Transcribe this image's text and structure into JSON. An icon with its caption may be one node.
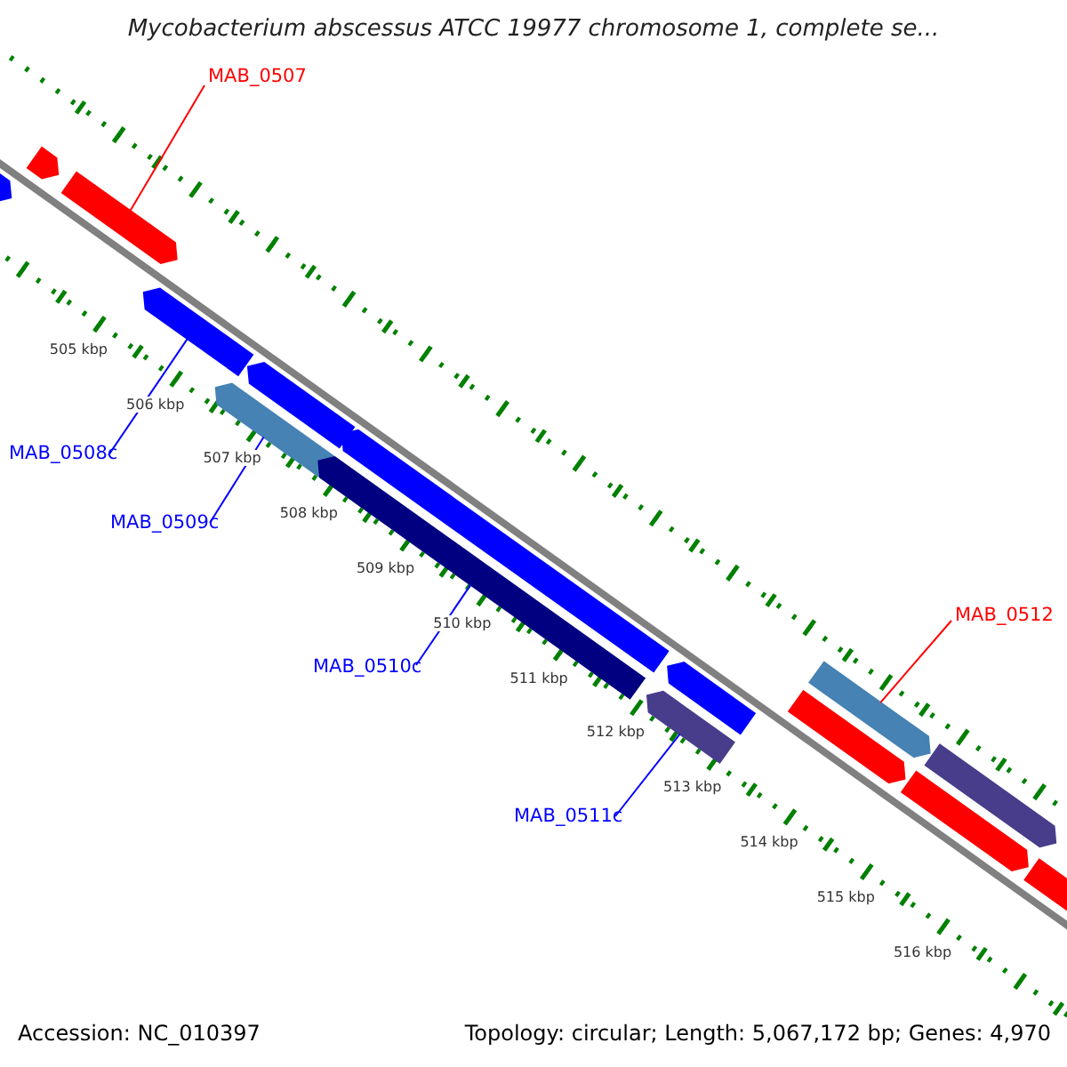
{
  "diagram": {
    "title": "Mycobacterium abscessus ATCC 19977 chromosome 1, complete se...",
    "nodes": [
      {
        "text": [
          "MAB_0507"
        ]
      },
      {
        "text": [],
        "shape": "bar"
      },
      {
        "text": [
          "MAB_0508c"
        ]
      },
      {
        "text": [],
        "shape": "bar"
      },
      {
        "text": [
          "MAB_0509c"
        ]
      },
      {
        "text": [],
        "shape": "bar"
      },
      {
        "text": [
          "MAB_0510c"
        ]
      },
      {
        "text": [],
        "shape": "bar"
      },
      {
        "text": [
          "MAB_0512"
        ]
      },
      {
        "text": [],
        "shape": "bar"
      },
      {
        "text": [
          "MAB_0511c"
        ]
      },
      {
        "text": [],
        "shape": "bar"
      },
      {
        "text": [],
        "shape": "bar"
      },
      {
        "text": [],
        "shape": "bar"
      },
      {
        "text": [],
        "shape": "bar"
      },
      {
        "text": [],
        "shape": "bar"
      },
      {
        "text": [],
        "shape": "bar"
      },
      {
        "text": [],
        "shape": "bar"
      },
      {
        "text": [],
        "shape": "bar"
      },
      {
        "text": [],
        "shape": "bar"
      },
      {
        "text": [],
        "shape": "bar"
      }
    ],
    "edges": [
      {
        "from": 0,
        "to": 1,
        "arrow": "none",
        "color": "#ff0000"
      },
      {
        "from": 2,
        "to": 3,
        "arrow": "none"
      },
      {
        "from": 4,
        "to": 5,
        "arrow": "none"
      },
      {
        "from": 6,
        "to": 7,
        "arrow": "none"
      },
      {
        "from": 8,
        "to": 9,
        "arrow": "none",
        "color": "#ff0000"
      },
      {
        "from": 10,
        "to": 11,
        "arrow": "none"
      }
    ],
    "labels": [
      "505 kbp",
      "506 kbp",
      "507 kbp",
      "508 kbp",
      "509 kbp",
      "510 kbp",
      "511 kbp",
      "512 kbp",
      "513 kbp",
      "514 kbp",
      "515 kbp",
      "516 kbp",
      "Accession: NC_010397",
      "Topology: circular; Length: 5,067,172 bp; Genes: 4,970"
    ]
  }
}
